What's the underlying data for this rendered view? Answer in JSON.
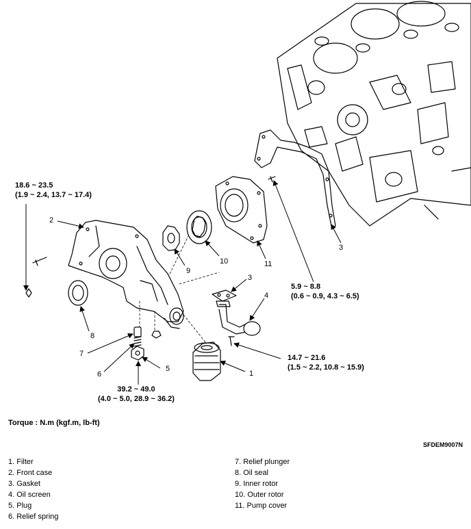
{
  "torques": {
    "front_case": {
      "nm": "18.6 ~ 23.5",
      "alt": "(1.9 ~ 2.4, 13.7 ~ 17.4)"
    },
    "gasket_bolts": {
      "nm": "5.9 ~ 8.8",
      "alt": "(0.6 ~ 0.9, 4.3 ~ 6.5)"
    },
    "oil_screen": {
      "nm": "14.7 ~ 21.6",
      "alt": "(1.5 ~ 2.2, 10.8 ~ 15.9)"
    },
    "plug": {
      "nm": "39.2 ~ 49.0",
      "alt": "(4.0 ~ 5.0, 28.9 ~ 36.2)"
    }
  },
  "callouts": {
    "c1": "1",
    "c2": "2",
    "c3a": "3",
    "c3b": "3",
    "c4": "4",
    "c5": "5",
    "c6": "6",
    "c7": "7",
    "c8": "8",
    "c9": "9",
    "c10": "10",
    "c11": "11"
  },
  "torque_units": "Torque : N.m (kgf.m, lb-ft)",
  "figure_code": "SFDEM9007N",
  "legend_left": [
    "1. Filter",
    "2. Front case",
    "3. Gasket",
    "4. Oil screen",
    "5. Plug",
    "6. Relief spring"
  ],
  "legend_right": [
    "7. Relief plunger",
    "8. Oil seal",
    "9. Inner rotor",
    "10. Outer rotor",
    "11. Pump cover"
  ]
}
